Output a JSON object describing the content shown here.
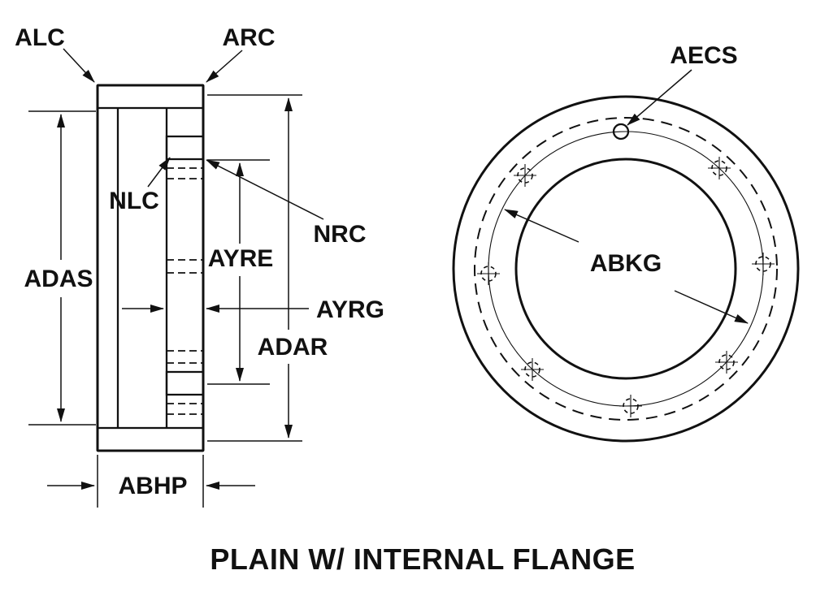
{
  "colors": {
    "ink": "#111111",
    "background": "#ffffff"
  },
  "title": "PLAIN W/ INTERNAL FLANGE",
  "section_view": {
    "labels": {
      "alc": "ALC",
      "arc": "ARC",
      "nlc": "NLC",
      "nrc": "NRC",
      "adas": "ADAS",
      "ayre": "AYRE",
      "ayrg": "AYRG",
      "adar": "ADAR",
      "abhp": "ABHP"
    }
  },
  "front_view": {
    "labels": {
      "aecs": "AECS",
      "abkg": "ABKG"
    }
  }
}
